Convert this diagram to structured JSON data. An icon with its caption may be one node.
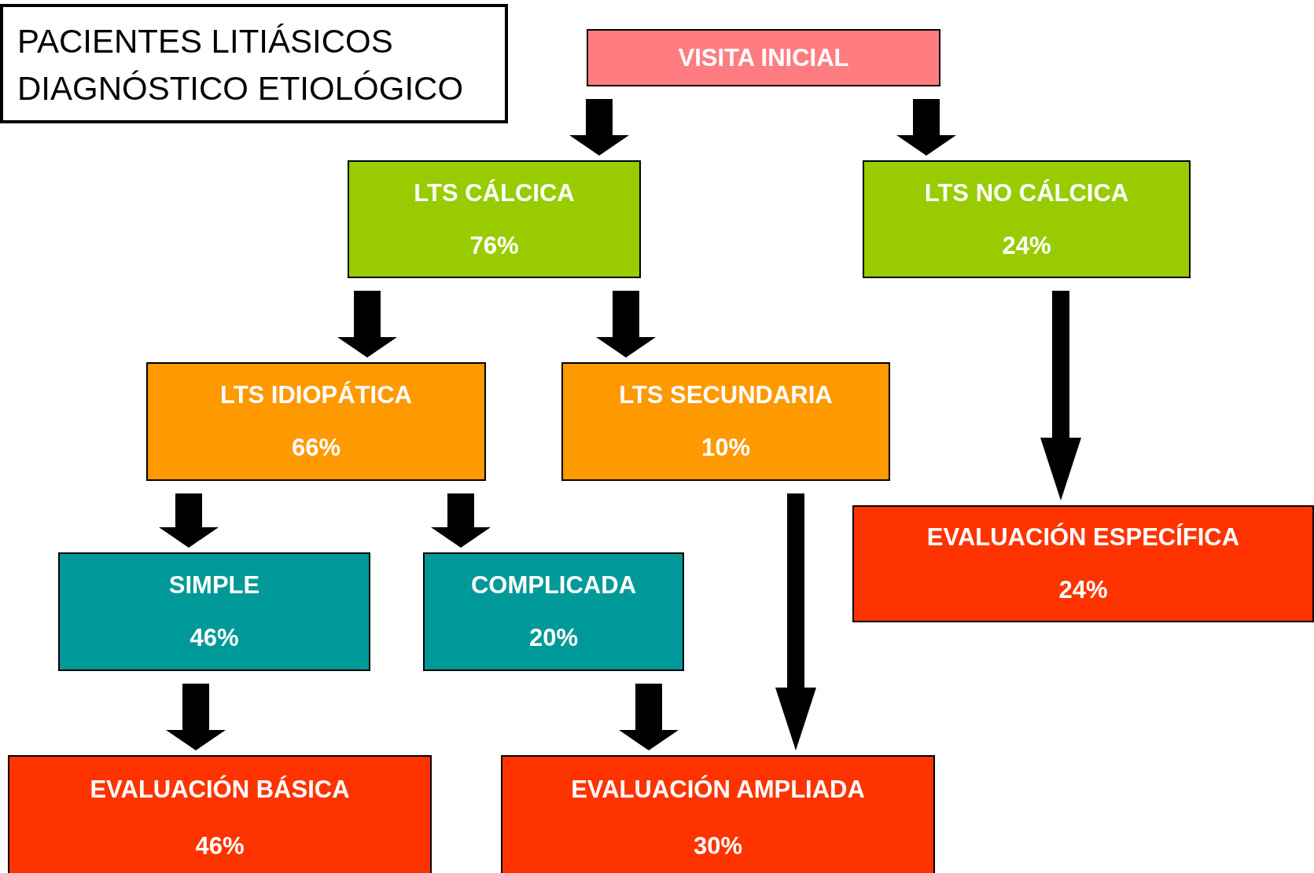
{
  "diagram": {
    "title": "PACIENTES LITIÁSICOS DIAGNÓSTICO ETIOLÓGICO",
    "nodes": [
      {
        "text": [
          "VISITA INICIAL"
        ]
      },
      {
        "text": [
          "LTS CÁLCICA",
          "76%"
        ]
      },
      {
        "text": [
          "LTS NO CÁLCICA",
          "24%"
        ]
      },
      {
        "text": [
          "LTS IDIOPÁTICA",
          "66%"
        ]
      },
      {
        "text": [
          "LTS SECUNDARIA",
          "10%"
        ]
      },
      {
        "text": [
          "SIMPLE",
          "46%"
        ]
      },
      {
        "text": [
          "COMPLICADA",
          "20%"
        ]
      },
      {
        "text": [
          "EVALUACIÓN ESPECÍFICA",
          "24%"
        ]
      },
      {
        "text": [
          "EVALUACIÓN BÁSICA",
          "46%"
        ]
      },
      {
        "text": [
          "EVALUACIÓN AMPLIADA",
          "30%"
        ]
      }
    ],
    "edges": [
      {
        "from": 0,
        "to": 1,
        "arrow": "to"
      },
      {
        "from": 0,
        "to": 2,
        "arrow": "to"
      },
      {
        "from": 1,
        "to": 3,
        "arrow": "to"
      },
      {
        "from": 1,
        "to": 4,
        "arrow": "to"
      },
      {
        "from": 2,
        "to": 7,
        "arrow": "to"
      },
      {
        "from": 3,
        "to": 5,
        "arrow": "to"
      },
      {
        "from": 3,
        "to": 6,
        "arrow": "to"
      },
      {
        "from": 4,
        "to": 9,
        "arrow": "to"
      },
      {
        "from": 5,
        "to": 8,
        "arrow": "to"
      },
      {
        "from": 6,
        "to": 9,
        "arrow": "to"
      }
    ]
  }
}
